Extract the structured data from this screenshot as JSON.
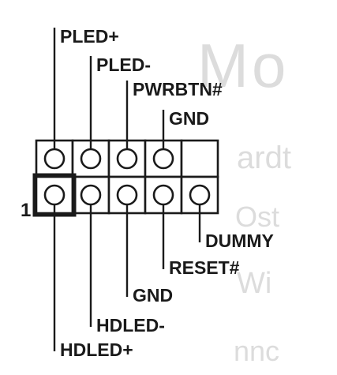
{
  "pin_one_marker": "1",
  "background_text": [
    "Mo",
    "ardt",
    "Ost",
    "Wi",
    "nnc"
  ],
  "pins": {
    "top": [
      {
        "label": "PLED+"
      },
      {
        "label": "PLED-"
      },
      {
        "label": "PWRBTN#"
      },
      {
        "label": "GND"
      },
      {
        "label": ""
      }
    ],
    "bottom": [
      {
        "label": "HDLED+"
      },
      {
        "label": "HDLED-"
      },
      {
        "label": "GND"
      },
      {
        "label": "RESET#"
      },
      {
        "label": "DUMMY"
      }
    ]
  },
  "colors": {
    "ink": "#1a1a1a",
    "ghost": "#dcdcdc"
  }
}
